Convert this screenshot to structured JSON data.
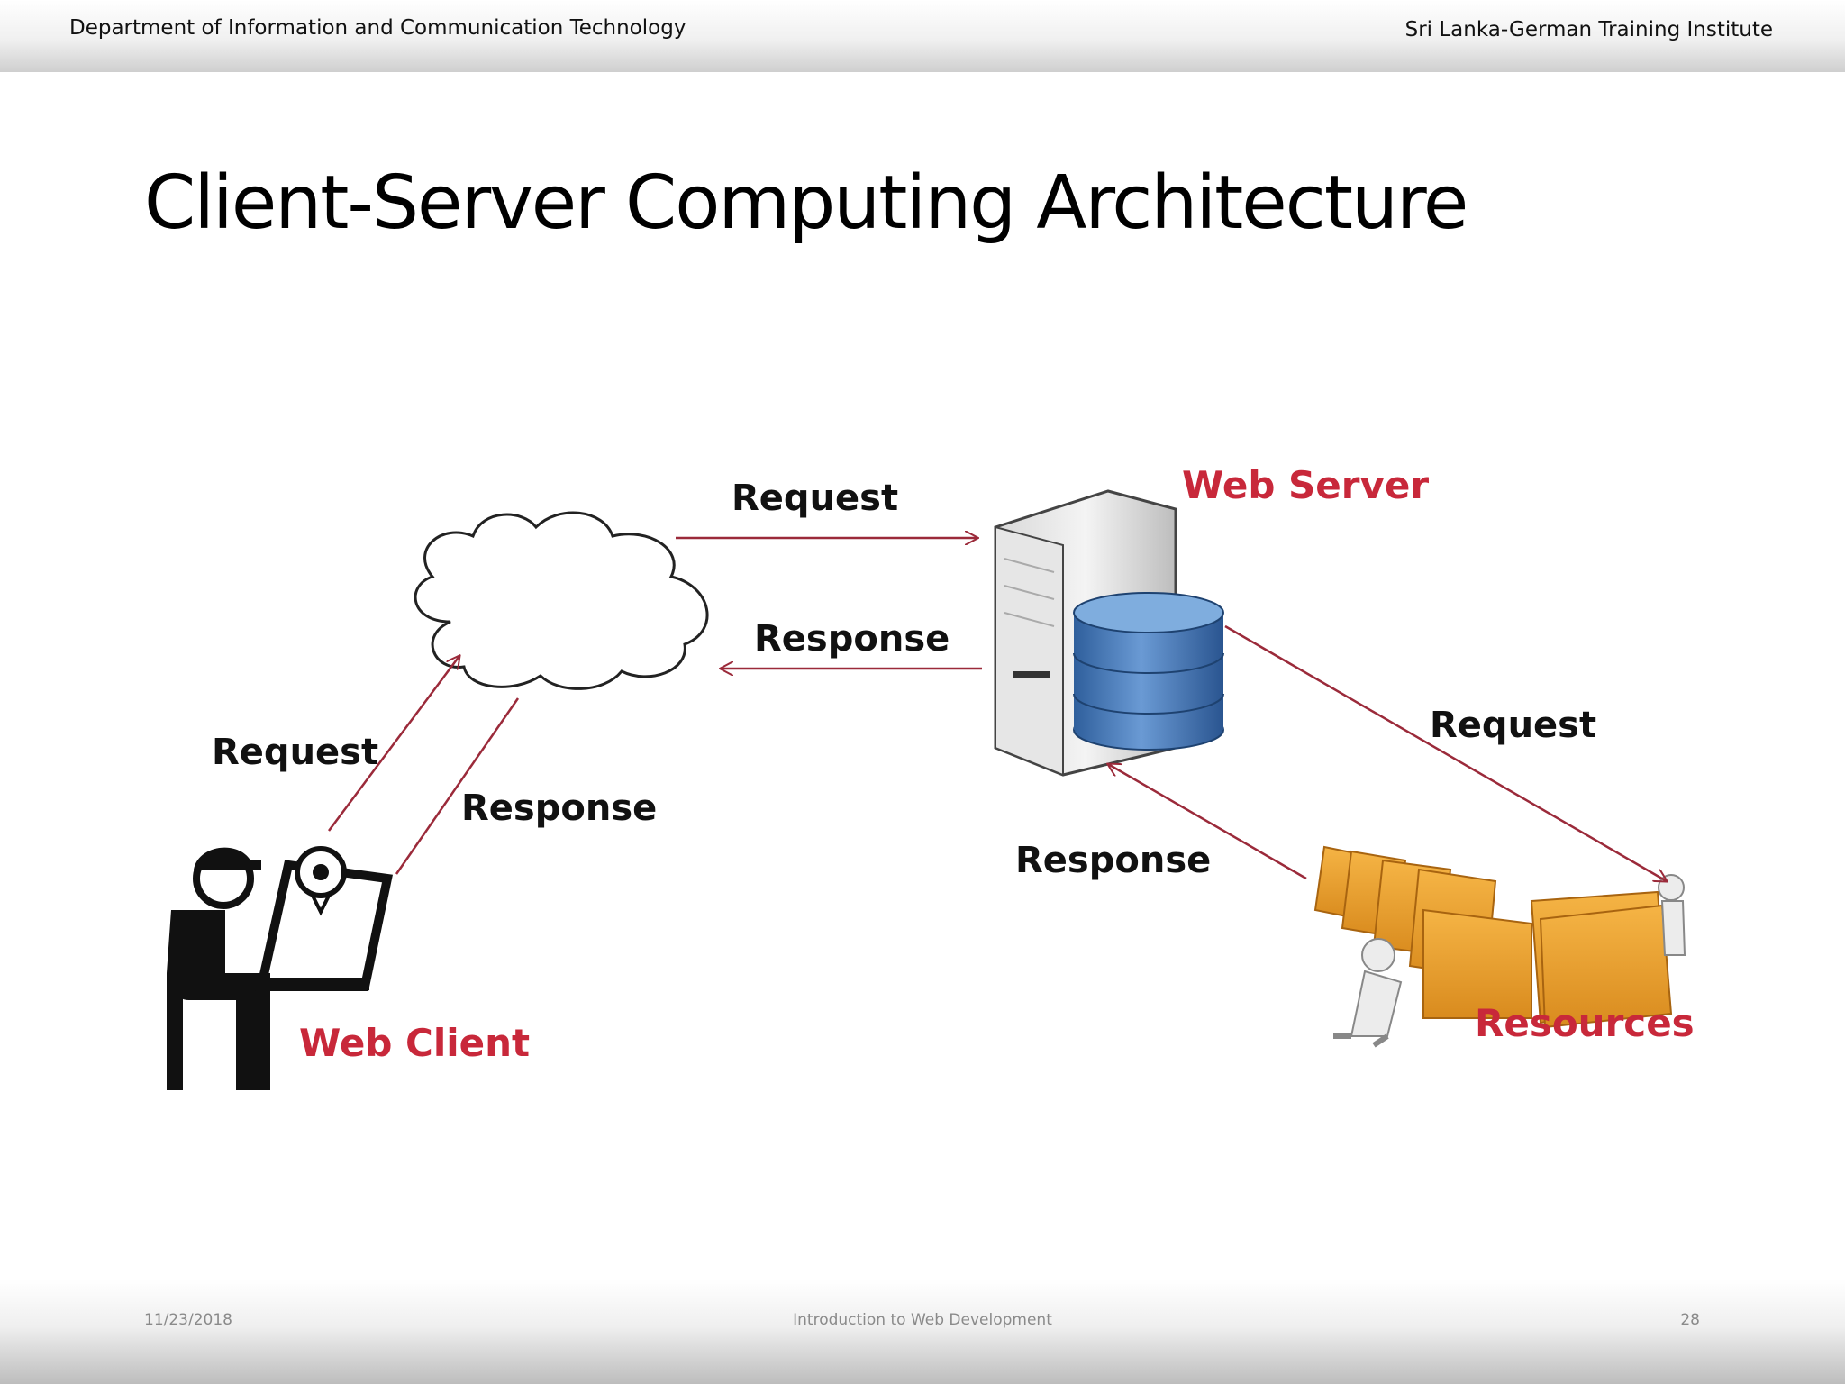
{
  "header": {
    "left": "Department of Information and Communication Technology",
    "right": "Sri Lanka-German Training Institute"
  },
  "title": "Client-Server Computing Architecture",
  "diagram": {
    "labels": {
      "request_top": "Request",
      "response_top": "Response",
      "request_left": "Request",
      "response_left": "Response",
      "request_right": "Request",
      "response_right": "Response"
    },
    "nodes": {
      "web_server": "Web Server",
      "web_client": "Web Client",
      "resources": "Resources"
    },
    "colors": {
      "node_label": "#c8283a",
      "arrow": "#9b2a3a",
      "database": "#4a7fc0",
      "folder": "#e8a030"
    }
  },
  "footer": {
    "date": "11/23/2018",
    "center": "Introduction to Web Development",
    "page": "28"
  }
}
